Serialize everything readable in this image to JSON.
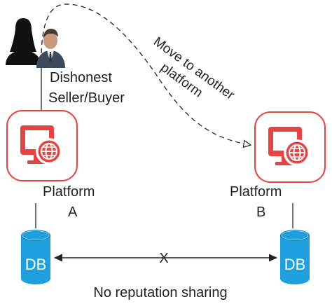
{
  "actors": {
    "caption_line1": "Dishonest",
    "caption_line2": "Seller/Buyer"
  },
  "move_label": {
    "line1": "Move to another",
    "line2": "platform"
  },
  "platform_a": {
    "label_line1": "Platform",
    "label_line2": "A",
    "db_label": "DB"
  },
  "platform_b": {
    "label_line1": "Platform",
    "label_line2": "B",
    "db_label": "DB"
  },
  "link": {
    "cross_mark": "X",
    "caption": "No reputation sharing"
  },
  "colors": {
    "platform_red": "#e64343",
    "platform_fill": "#fdeaea",
    "db_blue": "#1e9fde",
    "db_blue_dark": "#1680b5",
    "text": "#222222",
    "line": "#222222"
  },
  "icons": [
    "woman-silhouette-icon",
    "businessman-icon",
    "computer-globe-icon",
    "database-icon"
  ]
}
